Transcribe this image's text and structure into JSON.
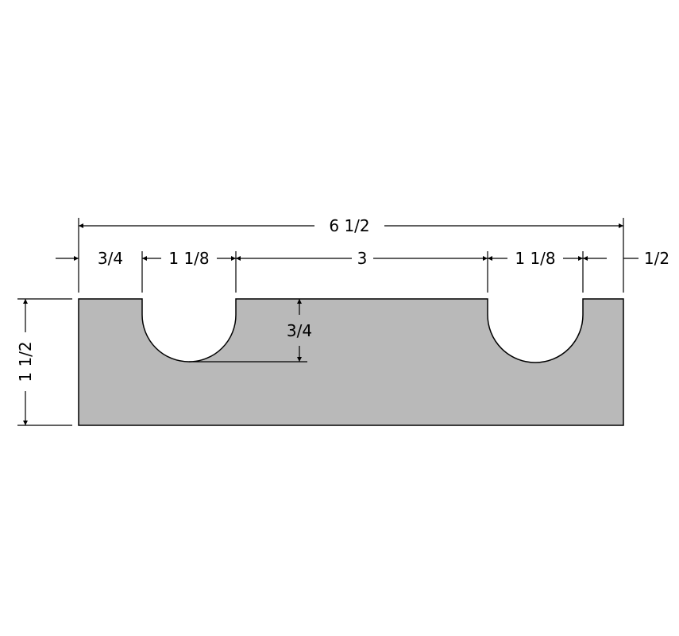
{
  "colors": {
    "part_fill": "#b9b9b9",
    "line": "#000000",
    "background": "#ffffff"
  },
  "dimensions": {
    "overall_width": "6 1/2",
    "left_margin": "3/4",
    "left_slot_width": "1 1/8",
    "center_span": "3",
    "right_slot_width": "1 1/8",
    "right_margin": "1/2",
    "slot_depth": "3/4",
    "overall_height": "1 1/2"
  }
}
